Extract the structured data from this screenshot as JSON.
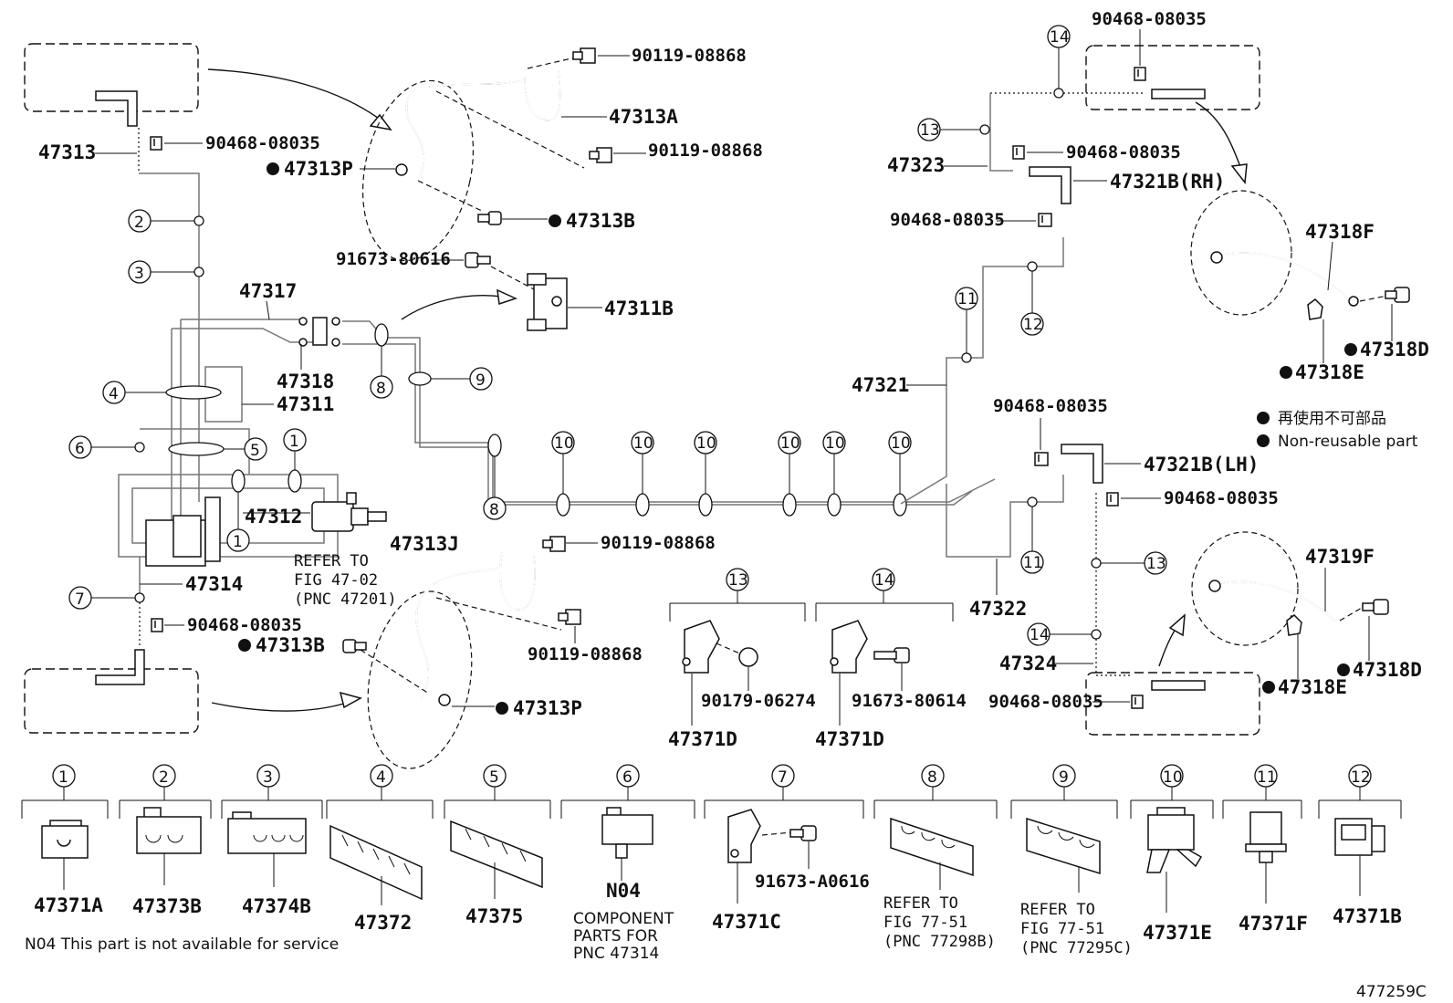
{
  "top_left": {
    "p47313": "47313",
    "clip_a": "90468-08035",
    "bolt_a": "90119-08868",
    "p47313A": "47313A",
    "bolt_b": "90119-08868",
    "p47313P": "47313P",
    "p47313B": "47313B",
    "bolt_c": "91673-80616",
    "p47311B": "47311B"
  },
  "center_left": {
    "p47317": "47317",
    "p47318": "47318",
    "p47311": "47311",
    "p47312": "47312",
    "p47314": "47314",
    "refer_line1": "REFER TO",
    "refer_line2": "FIG 47-02",
    "refer_line3": "(PNC 47201)",
    "clip_b": "90468-08035"
  },
  "bottom_left": {
    "p47313J": "47313J",
    "bolt_d": "90119-08868",
    "bolt_e": "90119-08868",
    "p47313B": "47313B",
    "p47313P": "47313P"
  },
  "top_right": {
    "clip_top": "90468-08035",
    "p47323": "47323",
    "clip_c": "90468-08035",
    "p47321B_RH": "47321B(RH)",
    "clip_d": "90468-08035",
    "p47321": "47321",
    "p47318F": "47318F",
    "p47318D": "47318D",
    "p47318E": "47318E"
  },
  "legend": {
    "line_jp": "再使用不可部品",
    "line_en": "Non-reusable part"
  },
  "bottom_right": {
    "clip_e": "90468-08035",
    "p47321B_LH": "47321B(LH)",
    "clip_f": "90468-08035",
    "p47322": "47322",
    "p47319F": "47319F",
    "p47324": "47324",
    "p47318D": "47318D",
    "p47318E": "47318E",
    "clip_g": "90468-08035"
  },
  "brackets": {
    "b13_part": "47371D",
    "b13_bolt": "90179-06274",
    "b14_part": "47371D",
    "b14_bolt": "91673-80614"
  },
  "callout_numbers": [
    "1",
    "2",
    "3",
    "4",
    "5",
    "6",
    "7",
    "8",
    "9",
    "10",
    "11",
    "12",
    "13",
    "14"
  ],
  "bottom_row": [
    {
      "num": "1",
      "part": "47371A"
    },
    {
      "num": "2",
      "part": "47373B"
    },
    {
      "num": "3",
      "part": "47374B"
    },
    {
      "num": "4",
      "part": "47372"
    },
    {
      "num": "5",
      "part": "47375"
    },
    {
      "num": "6",
      "part": "N04",
      "note_line1": "COMPONENT",
      "note_line2": "PARTS FOR",
      "note_line3": "PNC 47314"
    },
    {
      "num": "7",
      "part": "47371C",
      "bolt": "91673-A0616"
    },
    {
      "num": "8",
      "note_line1": "REFER TO",
      "note_line2": "FIG 77-51",
      "note_line3": "(PNC 77298B)"
    },
    {
      "num": "9",
      "note_line1": "REFER TO",
      "note_line2": "FIG 77-51",
      "note_line3": "(PNC 77295C)"
    },
    {
      "num": "10",
      "part": "47371E"
    },
    {
      "num": "11",
      "part": "47371F"
    },
    {
      "num": "12",
      "part": "47371B"
    }
  ],
  "footnote": "N04 This part is not available for service",
  "figure_code": "477259C"
}
